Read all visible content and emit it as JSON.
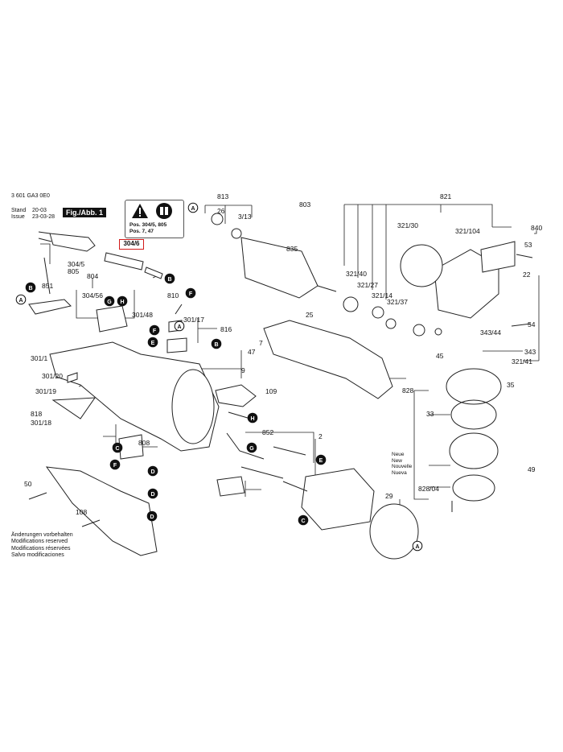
{
  "header": {
    "doc_number": "3 601 GA3 0E0",
    "stand_label": "Stand",
    "issue_label": "Issue",
    "stand_date": "20-03",
    "issue_date": "23-03-28",
    "figure_label": "Fig./Abb. 1"
  },
  "warning": {
    "line1": "Pos. 304/5, 805",
    "line2": "Pos. 7, 47"
  },
  "highlight_label": "304/6",
  "new_note": [
    "Neue",
    "New",
    "Nouvelle",
    "Nueva"
  ],
  "notes": [
    "Änderungen vorbehalten",
    "Modifications reserved",
    "Modifications réservées",
    "Salvo modificaciones"
  ],
  "part_labels": [
    "813",
    "803",
    "821",
    "26",
    "3/13",
    "835",
    "840",
    "321/30",
    "321/104",
    "53",
    "22",
    "321/40",
    "321/27",
    "321/14",
    "321/37",
    "25",
    "54",
    "343/44",
    "343",
    "45",
    "321/41",
    "35",
    "828",
    "33",
    "49",
    "828/04",
    "2",
    "29",
    "304/5",
    "805",
    "804",
    "851",
    "304/56",
    "810",
    "301/48",
    "301/17",
    "816",
    "7",
    "47",
    "9",
    "301/1",
    "301/20",
    "109",
    "301/19",
    "818",
    "301/18",
    "852",
    "808",
    "50",
    "108"
  ],
  "callout_letters": [
    "A",
    "B",
    "C",
    "D",
    "E",
    "F",
    "G",
    "H"
  ]
}
